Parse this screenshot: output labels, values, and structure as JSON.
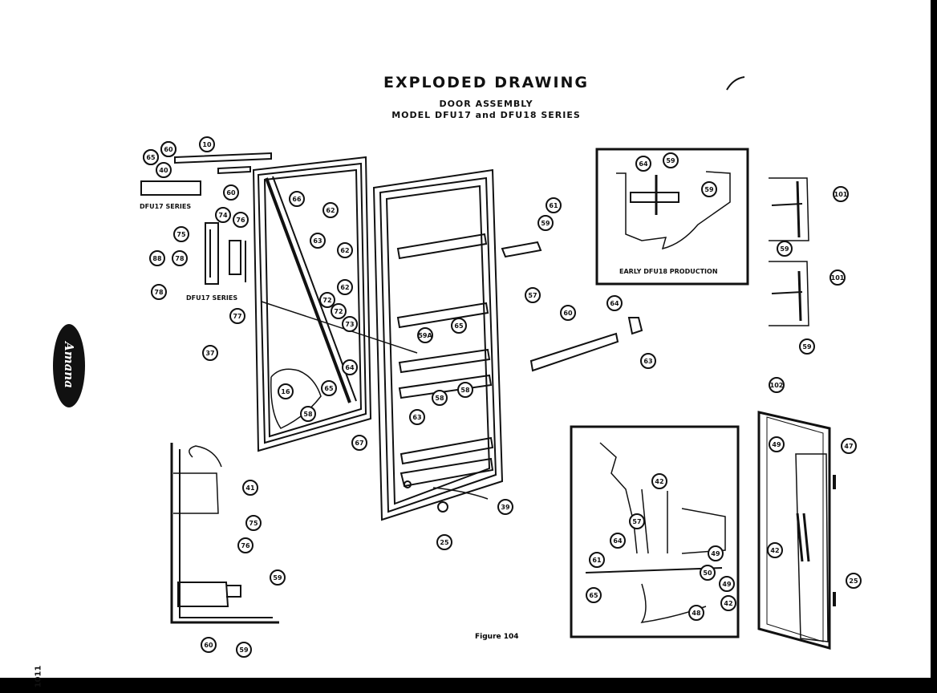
{
  "title": "EXPLODED DRAWING",
  "subtitle_1": "DOOR ASSEMBLY",
  "subtitle_2": "MODEL DFU17 and DFU18 SERIES",
  "figure_label": "Figure 104",
  "page_number": "1011",
  "brand": "Amana",
  "notes": {
    "dfu17_series_top": "DFU17 SERIES",
    "dfu17_series_handle": "DFU17 SERIES",
    "early_production": "EARLY DFU18 PRODUCTION"
  },
  "callouts": [
    "40",
    "50",
    "10",
    "40",
    "60",
    "66",
    "62",
    "74",
    "76",
    "75",
    "88",
    "78",
    "77",
    "78",
    "37",
    "63",
    "62",
    "62",
    "72",
    "72",
    "73",
    "59A",
    "65",
    "64",
    "16",
    "65",
    "58",
    "67",
    "63",
    "61",
    "59",
    "57",
    "58",
    "58",
    "39",
    "25",
    "60",
    "64",
    "63",
    "64",
    "59",
    "59",
    "101",
    "59",
    "101",
    "59",
    "102",
    "49",
    "47",
    "42",
    "25",
    "42",
    "57",
    "64",
    "61",
    "49",
    "50",
    "49",
    "42",
    "65",
    "48",
    "41",
    "75",
    "76",
    "59",
    "60",
    "59",
    "65",
    "60"
  ]
}
